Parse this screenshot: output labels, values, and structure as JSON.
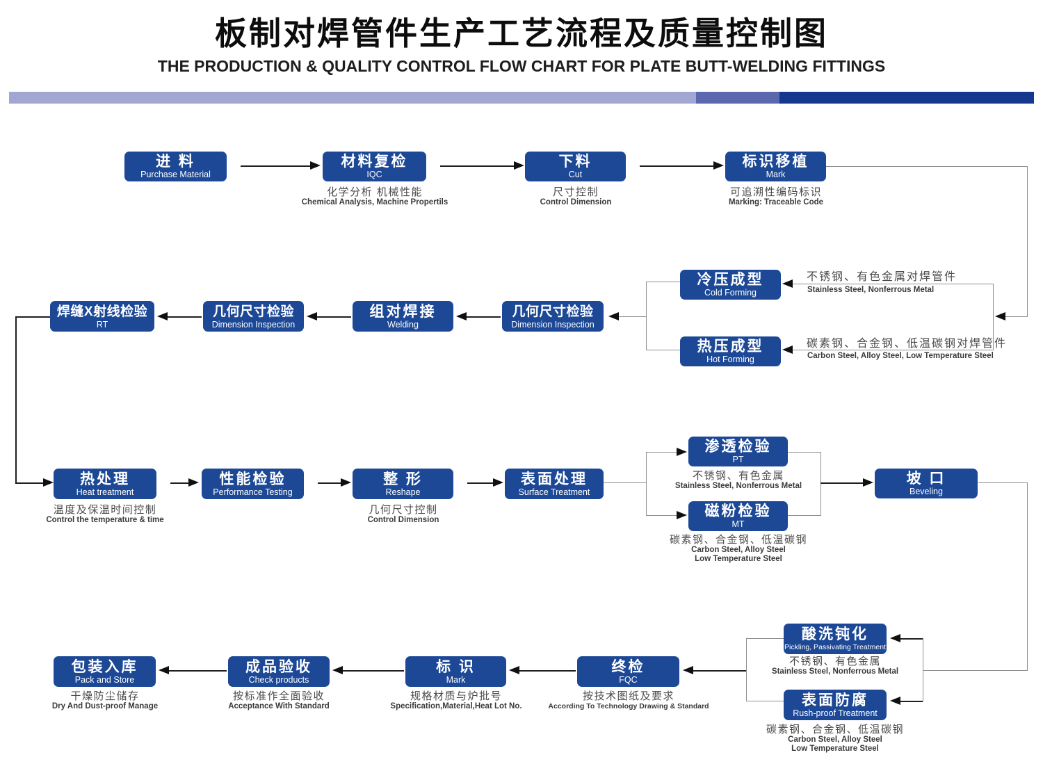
{
  "title": {
    "zh": "板制对焊管件生产工艺流程及质量控制图",
    "en": "THE PRODUCTION & QUALITY CONTROL FLOW CHART FOR PLATE BUTT-WELDING FITTINGS"
  },
  "colors": {
    "node_blue": "#1c4896",
    "bar_light": "#a2a6d2",
    "bar_medium": "#5c68ae",
    "bar_dark": "#16378e",
    "arrow_black": "#101010",
    "connector_gray": "#8f8f8f"
  },
  "nodes": {
    "purchase": {
      "zh": "进 料",
      "en": "Purchase Material"
    },
    "iqc": {
      "zh": "材料复检",
      "en": "IQC",
      "caption_zh": "化学分析  机械性能",
      "caption_en": "Chemical  Analysis,  Machine Propertils"
    },
    "cut": {
      "zh": "下料",
      "en": "Cut",
      "caption_zh": "尺寸控制",
      "caption_en": "Control Dimension"
    },
    "mark1": {
      "zh": "标识移植",
      "en": "Mark",
      "caption_zh": "可追溯性编码标识",
      "caption_en": "Marking: Traceable  Code"
    },
    "cold": {
      "zh": "冷压成型",
      "en": "Cold Forming",
      "note_zh": "不锈钢、有色金属对焊管件",
      "note_en": "Stainless Steel, Nonferrous Metal"
    },
    "hot": {
      "zh": "热压成型",
      "en": "Hot Forming",
      "note_zh": "碳素钢、合金钢、低温碳钢对焊管件",
      "note_en": "Carbon Steel, Alloy Steel, Low Temperature Steel"
    },
    "dim2": {
      "zh": "几何尺寸检验",
      "en": "Dimension Inspection"
    },
    "welding": {
      "zh": "组对焊接",
      "en": "Welding"
    },
    "dim1": {
      "zh": "几何尺寸检验",
      "en": "Dimension Inspection"
    },
    "rt": {
      "zh": "焊缝X射线检验",
      "en": "RT"
    },
    "heat": {
      "zh": "热处理",
      "en": "Heat treatment",
      "caption_zh": "温度及保温时间控制",
      "caption_en": "Control the  temperature  &  time"
    },
    "perf": {
      "zh": "性能检验",
      "en": "Performance Testing"
    },
    "reshape": {
      "zh": "整  形",
      "en": "Reshape",
      "caption_zh": "几何尺寸控制",
      "caption_en": "Control Dimension"
    },
    "surface": {
      "zh": "表面处理",
      "en": "Surface  Treatment"
    },
    "pt": {
      "zh": "渗透检验",
      "en": "PT",
      "caption_zh": "不锈钢、有色金属",
      "caption_en": "Stainless Steel, Nonferrous Metal"
    },
    "mt": {
      "zh": "磁粉检验",
      "en": "MT",
      "caption_zh": "碳素钢、合金钢、低温碳钢",
      "caption_en1": "Carbon Steel, Alloy Steel",
      "caption_en2": "Low Temperature Steel"
    },
    "beveling": {
      "zh": "坡  口",
      "en": "Beveling"
    },
    "pickling": {
      "zh": "酸洗钝化",
      "en": "Pickling, Passivating  Treatment",
      "caption_zh": "不锈钢、有色金属",
      "caption_en": "Stainless Steel, Nonferrous Metal"
    },
    "rust": {
      "zh": "表面防腐",
      "en": "Rush-proof Treatment",
      "caption_zh": "碳素钢、合金钢、低温碳钢",
      "caption_en1": "Carbon Steel, Alloy Steel",
      "caption_en2": "Low Temperature Steel"
    },
    "fqc": {
      "zh": "终检",
      "en": "FQC",
      "caption_zh": "按技术图纸及要求",
      "caption_en": "According To Technology Drawing &  Standard"
    },
    "mark2": {
      "zh": "标  识",
      "en": "Mark",
      "caption_zh": "规格材质与炉批号",
      "caption_en": "Specification,Material,Heat Lot No."
    },
    "check": {
      "zh": "成品验收",
      "en": "Check products",
      "caption_zh": "按标准作全面验收",
      "caption_en": "Acceptance  With  Standard"
    },
    "pack": {
      "zh": "包装入库",
      "en": "Pack and Store",
      "caption_zh": "干燥防尘储存",
      "caption_en": "Dry  And Dust-proof  Manage"
    }
  }
}
